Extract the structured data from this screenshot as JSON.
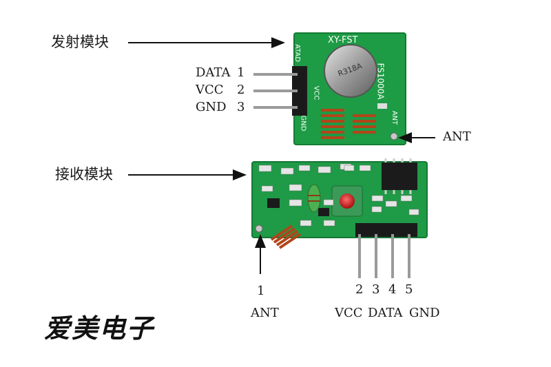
{
  "transmitter": {
    "label": "发射模块",
    "chip_label": "XY-FST",
    "model": "FS1000A",
    "can_marking": "R318A",
    "silk_data": "ATAD",
    "silk_vcc": "VCC",
    "silk_gnd": "GND",
    "silk_ant": "ANT",
    "pins": [
      {
        "name": "DATA",
        "num": "1"
      },
      {
        "name": "VCC",
        "num": "2"
      },
      {
        "name": "GND",
        "num": "3"
      }
    ],
    "ant_label": "ANT",
    "colors": {
      "pcb": "#1e9b45",
      "pcb_dark": "#147a33"
    }
  },
  "receiver": {
    "label": "接收模块",
    "pin1_num": "1",
    "pin1_name": "ANT",
    "pin_nums": [
      "2",
      "3",
      "4",
      "5"
    ],
    "pin_names": [
      "VCC",
      "DATA",
      "GND"
    ],
    "colors": {
      "pcb": "#1f9a46"
    }
  },
  "brand": "爱美电子",
  "colors": {
    "arrow": "#111111",
    "coil": "#b2451a",
    "pin": "#9a9a9a"
  }
}
